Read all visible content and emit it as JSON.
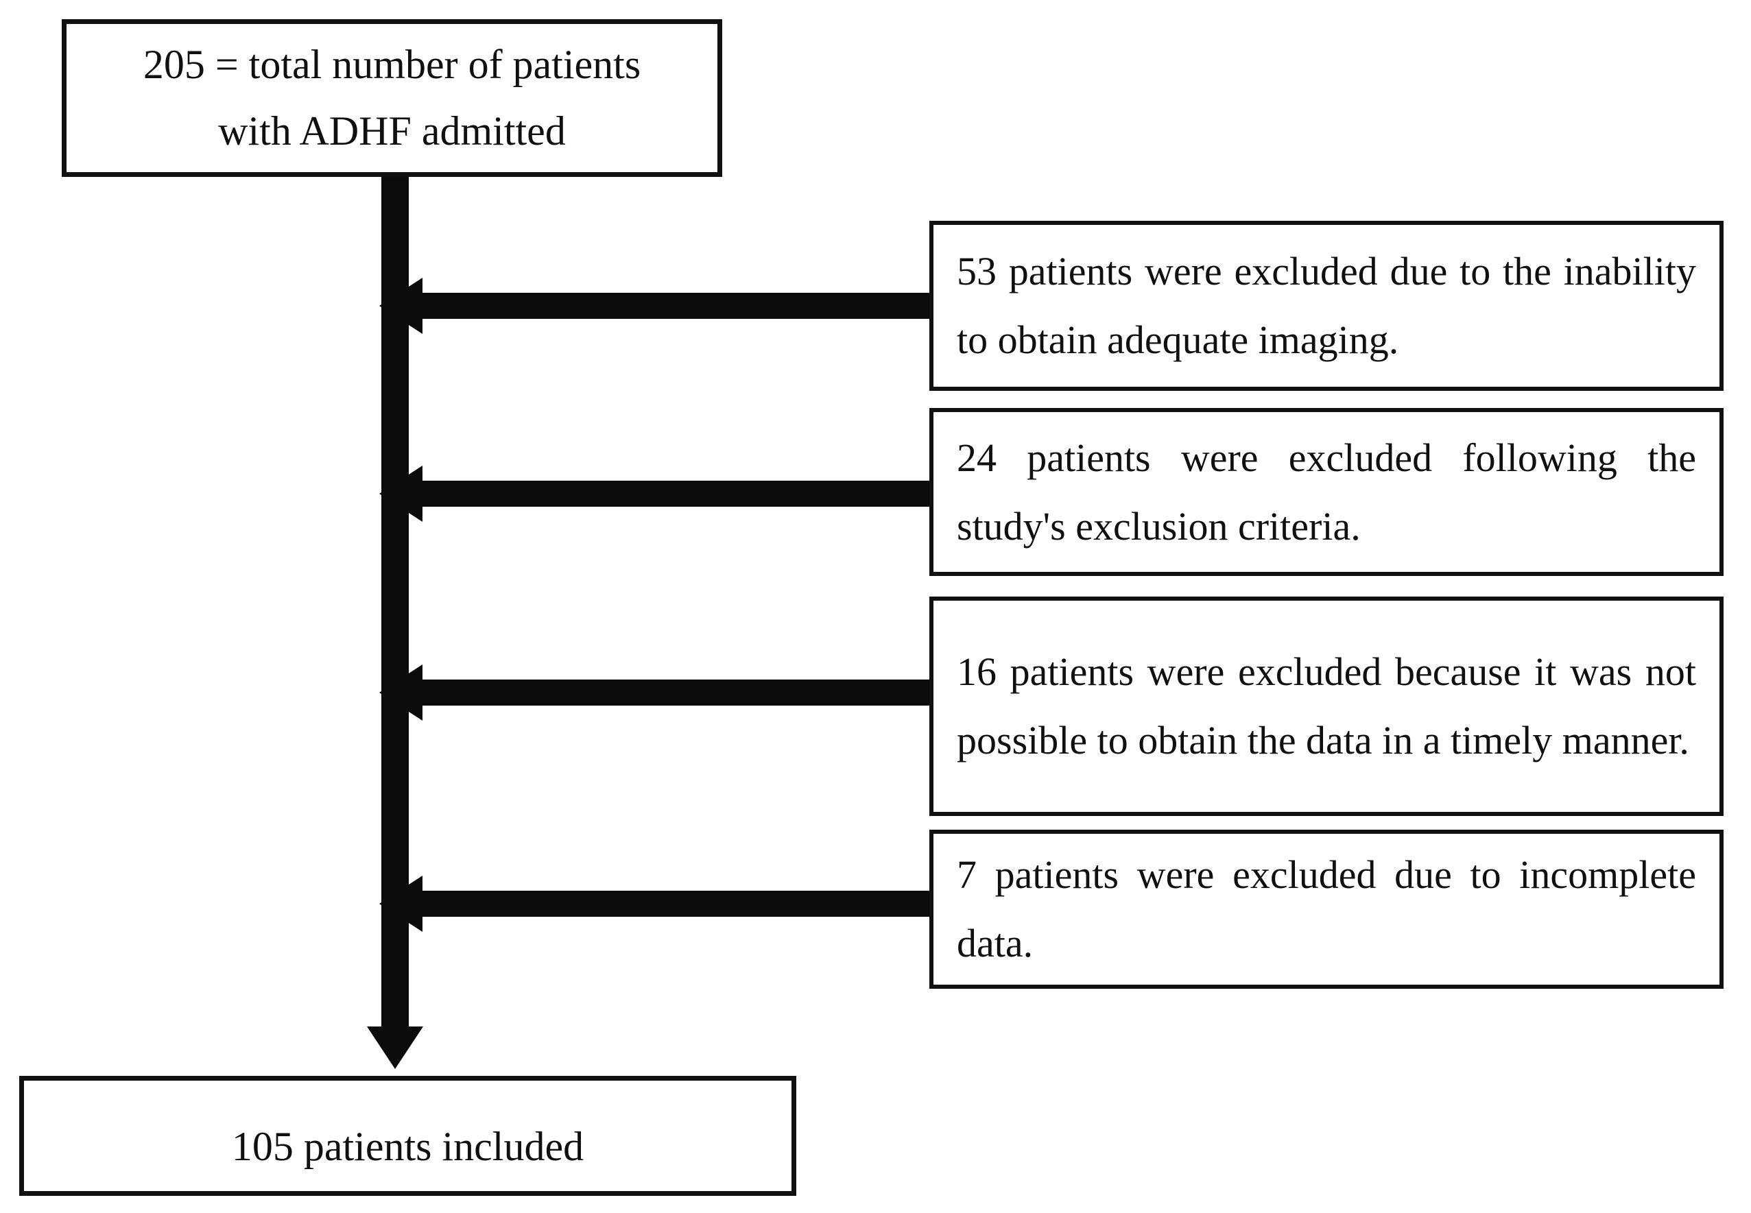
{
  "diagram": {
    "type": "patient-flow-diagram",
    "orientation": "vertical-spine-with-left-pointing-exclusion-arrows",
    "colors": {
      "stroke": "#111111",
      "fill": "#ffffff",
      "text": "#101010",
      "arrow": "#0b0b0b"
    },
    "source_node": {
      "count": 205,
      "line1": "205 = total number of patients",
      "line2": "with ADHF admitted",
      "text": "205 = total number of patients with ADHF admitted"
    },
    "included_node": {
      "count": 105,
      "text": "105 patients included"
    },
    "exclusions": [
      {
        "count": 53,
        "text": "53 patients were excluded due to the inability to obtain adequate imaging.",
        "reason": "inability to obtain adequate imaging"
      },
      {
        "count": 24,
        "text": "24 patients were excluded following the study's exclusion criteria.",
        "reason": "study's exclusion criteria"
      },
      {
        "count": 16,
        "text": "16 patients were excluded because it was not possible to obtain the data in a timely manner.",
        "reason": "data not obtainable in a timely manner"
      },
      {
        "count": 7,
        "text": "7 patients were excluded due to incomplete data.",
        "reason": "incomplete data"
      }
    ]
  }
}
